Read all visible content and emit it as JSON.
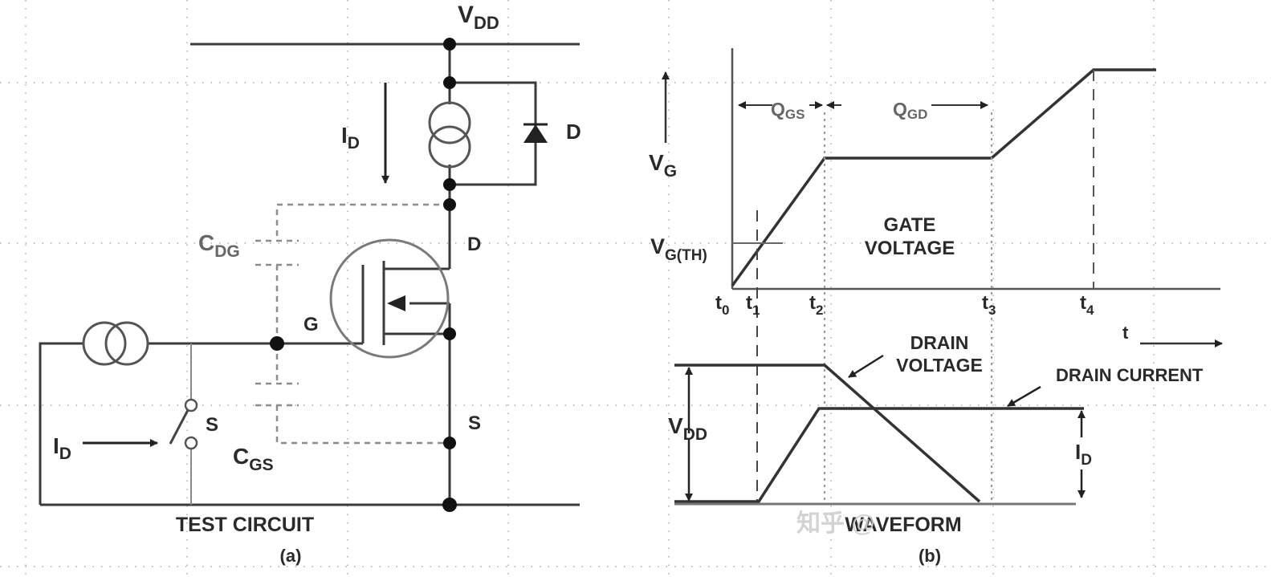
{
  "circuit": {
    "vdd_main": "V",
    "vdd_sub": "DD",
    "id_top_main": "I",
    "id_top_sub": "D",
    "diode_label": "D",
    "cdg_main": "C",
    "cdg_sub": "DG",
    "drain_label": "D",
    "gate_label": "G",
    "source_label": "S",
    "switch_label": "S",
    "id_left_main": "I",
    "id_left_sub": "D",
    "cgs_main": "C",
    "cgs_sub": "GS",
    "title": "TEST CIRCUIT",
    "caption": "(a)"
  },
  "waveform": {
    "vg_main": "V",
    "vg_sub": "G",
    "vgth_main": "V",
    "vgth_sub": "G(TH)",
    "qgs_main": "Q",
    "qgs_sub": "GS",
    "qgd_main": "Q",
    "qgd_sub": "GD",
    "gate_line1": "GATE",
    "gate_line2": "VOLTAGE",
    "t0_main": "t",
    "t0_sub": "0",
    "t1_main": "t",
    "t1_sub": "1",
    "t2_main": "t",
    "t2_sub": "2",
    "t3_main": "t",
    "t3_sub": "3",
    "t4_main": "t",
    "t4_sub": "4",
    "t_axis": "t",
    "drain_v_line1": "DRAIN",
    "drain_v_line2": "VOLTAGE",
    "drain_current": "DRAIN CURRENT",
    "vdd_main": "V",
    "vdd_sub": "DD",
    "id_main": "I",
    "id_sub": "D",
    "title": "WAVEFORM",
    "caption": "(b)",
    "watermark": "知乎 @"
  },
  "colors": {
    "line": "#3a3a3a",
    "dashed": "#8c8c8c",
    "grid": "#9a9a9a"
  }
}
